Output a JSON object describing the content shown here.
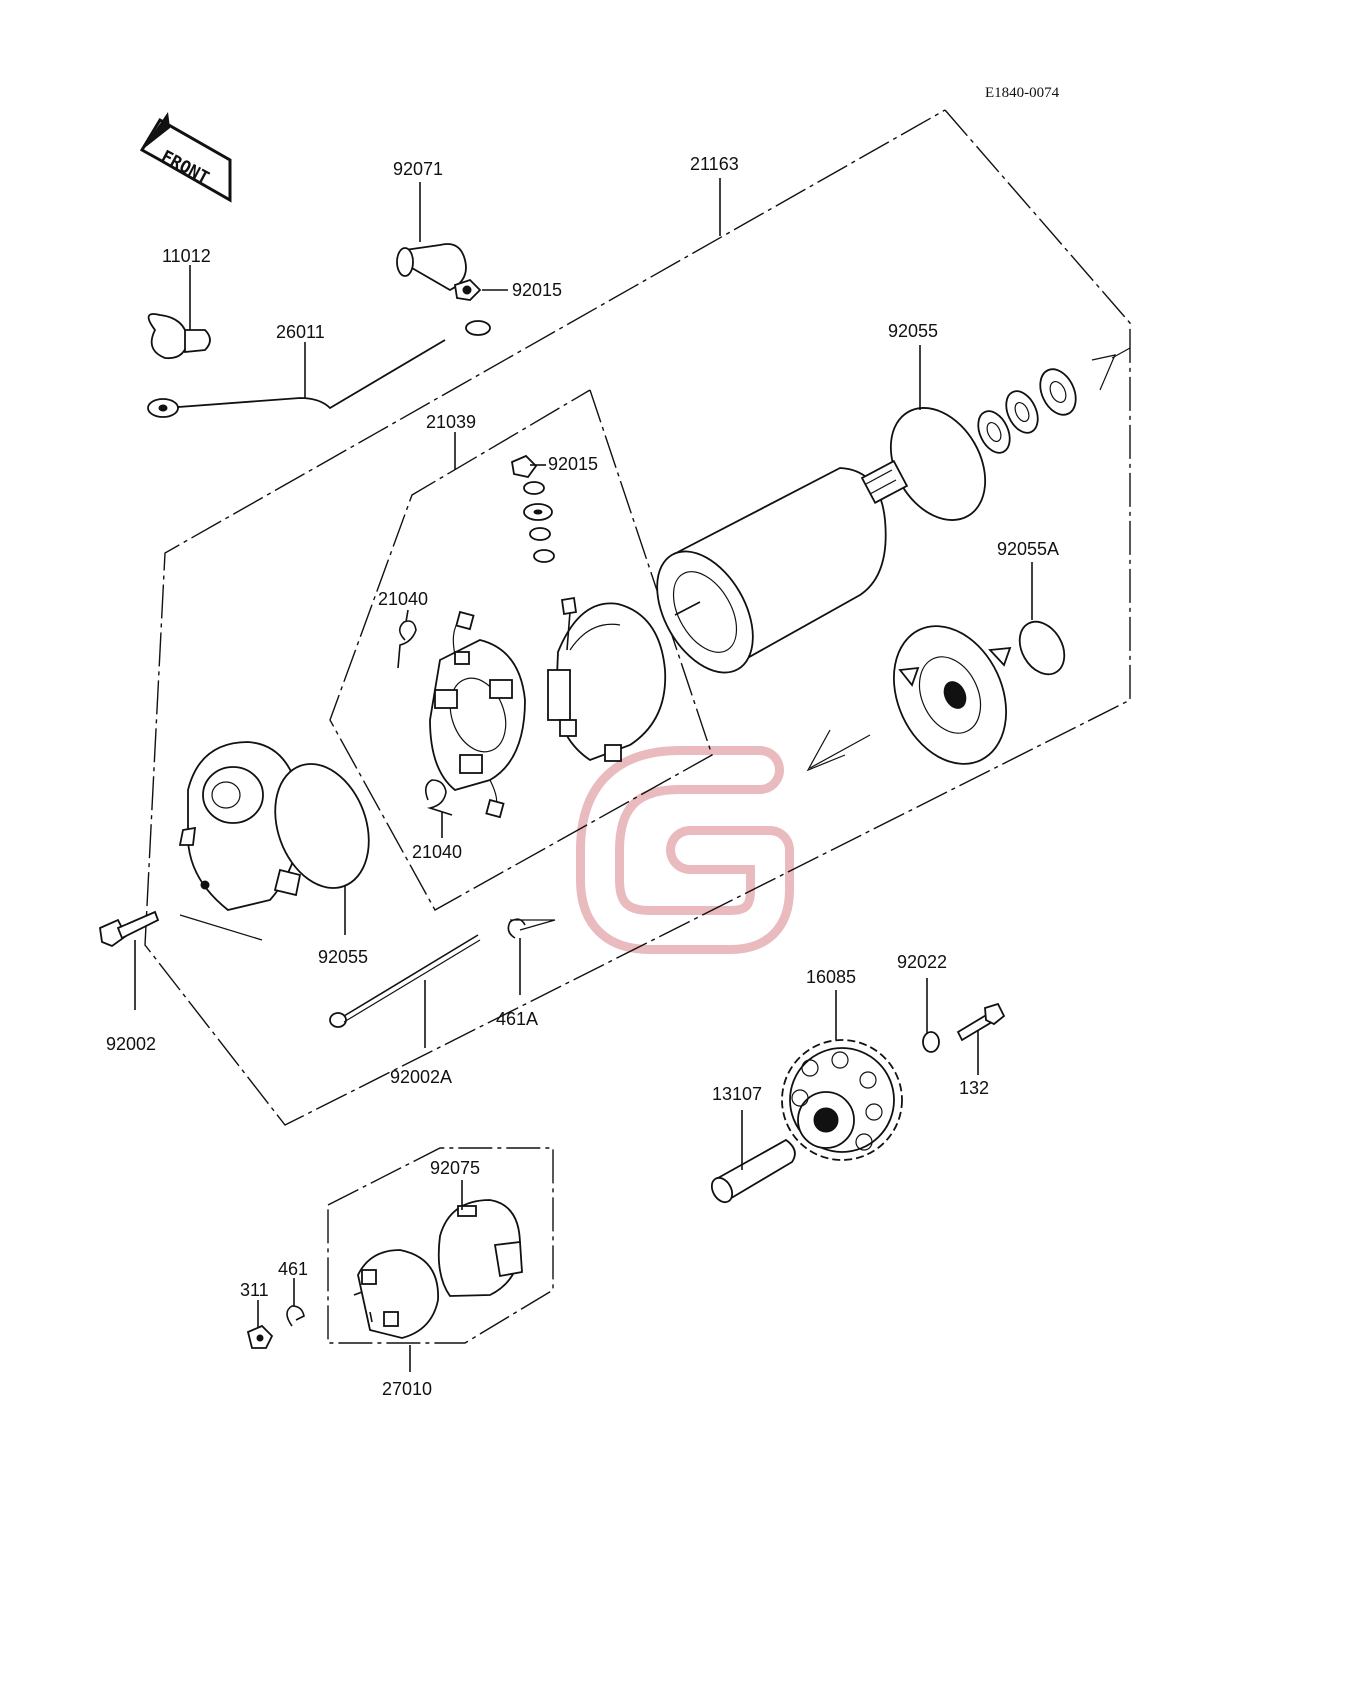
{
  "diagram_id": "E1840-0074",
  "front_label": "FRONT",
  "parts": {
    "p21163": "21163",
    "p92071": "92071",
    "p92015a": "92015",
    "p11012": "11012",
    "p26011": "26011",
    "p21039": "21039",
    "p92015b": "92015",
    "p92055a": "92055",
    "p92055A": "92055A",
    "p21040a": "21040",
    "p21040b": "21040",
    "p92055b": "92055",
    "p92002": "92002",
    "p461A": "461A",
    "p92002A": "92002A",
    "p16085": "16085",
    "p92022": "92022",
    "p132": "132",
    "p13107": "13107",
    "p92075": "92075",
    "p311": "311",
    "p461": "461",
    "p27010": "27010"
  },
  "colors": {
    "line": "#111111",
    "watermark": "#e8b4b8"
  },
  "watermark_icon": "g-logo-watermark"
}
